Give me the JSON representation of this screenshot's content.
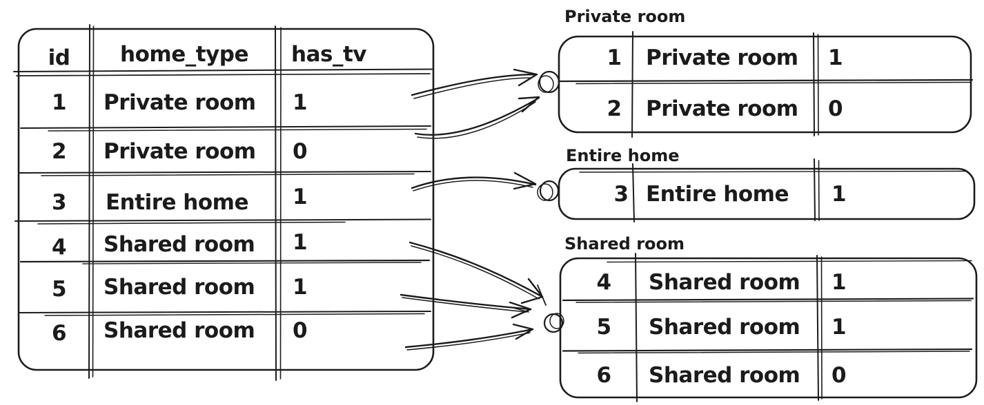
{
  "colors": {
    "ink": "#1b1b1b",
    "background": "#ffffff"
  },
  "main_table": {
    "columns": [
      "id",
      "home_type",
      "has_tv"
    ],
    "rows": [
      [
        "1",
        "Private room",
        "1"
      ],
      [
        "2",
        "Private room",
        "0"
      ],
      [
        "3",
        "Entire home",
        "1"
      ],
      [
        "4",
        "Shared room",
        "1"
      ],
      [
        "5",
        "Shared room",
        "1"
      ],
      [
        "6",
        "Shared room",
        "0"
      ]
    ]
  },
  "groups": [
    {
      "label": "Private room",
      "rows": [
        [
          "1",
          "Private room",
          "1"
        ],
        [
          "2",
          "Private room",
          "0"
        ]
      ]
    },
    {
      "label": "Entire home",
      "rows": [
        [
          "3",
          "Entire home",
          "1"
        ]
      ]
    },
    {
      "label": "Shared room",
      "rows": [
        [
          "4",
          "Shared room",
          "1"
        ],
        [
          "5",
          "Shared room",
          "1"
        ],
        [
          "6",
          "Shared room",
          "0"
        ]
      ]
    }
  ]
}
